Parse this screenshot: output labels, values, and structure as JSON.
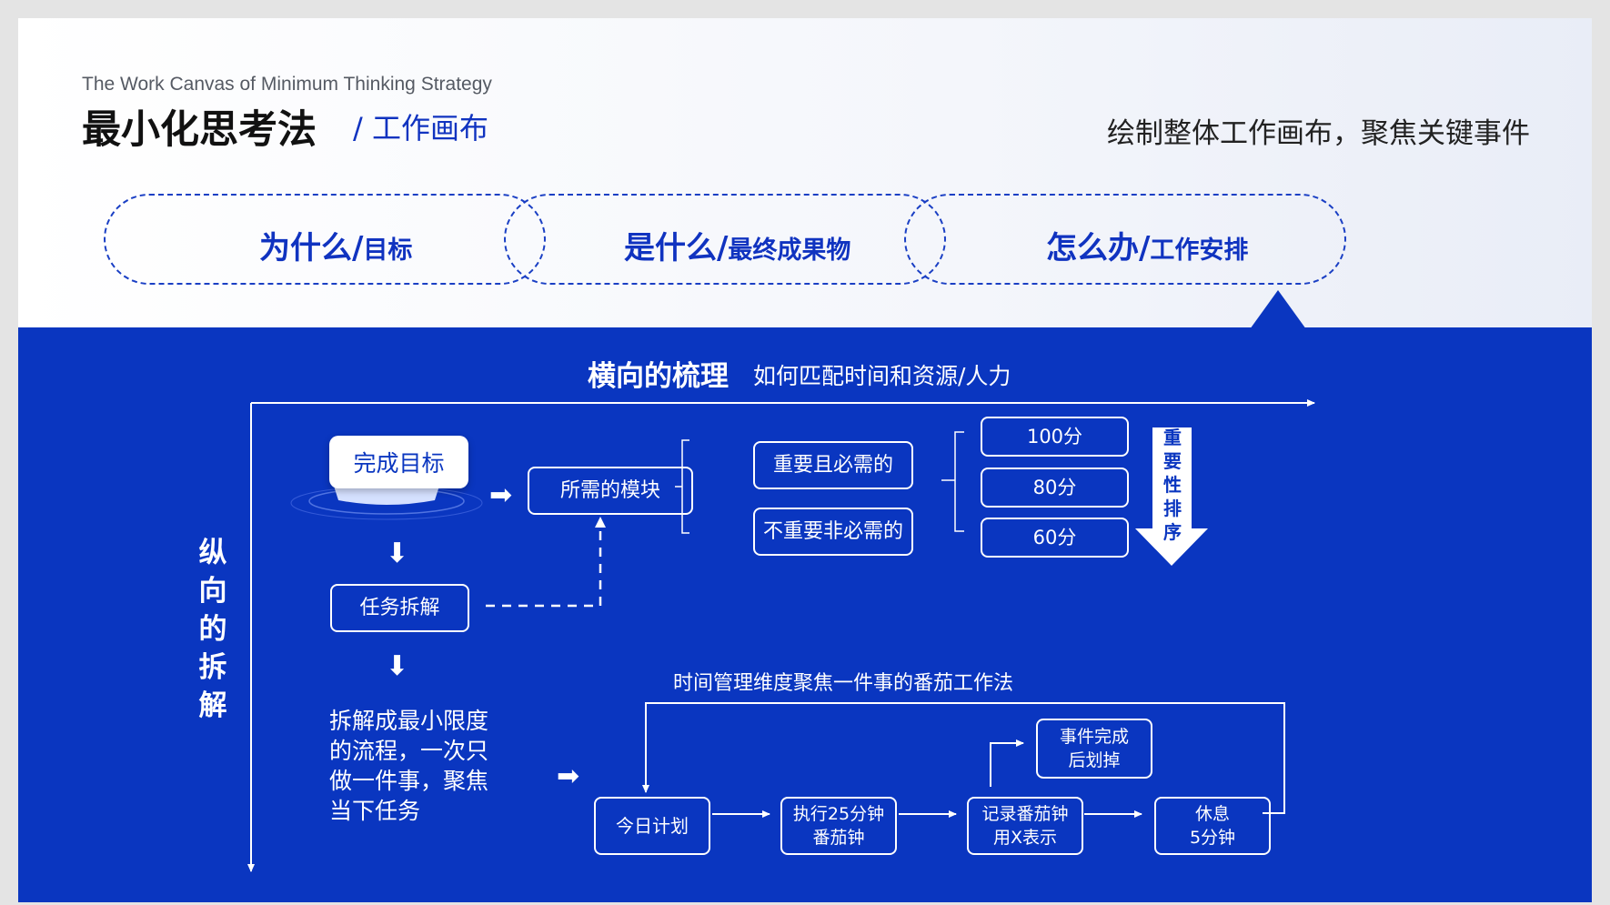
{
  "header": {
    "subtitle_en": "The Work Canvas of  Minimum Thinking Strategy",
    "title": "最小化思考法",
    "title_sub": "/ 工作画布",
    "slogan": "绘制整体工作画布，聚焦关键事件"
  },
  "pills": [
    {
      "main": "为什么/",
      "sub": "目标"
    },
    {
      "main": "是什么/",
      "sub": "最终成果物"
    },
    {
      "main": "怎么办/",
      "sub": "工作安排"
    }
  ],
  "horizontal": {
    "title": "横向的梳理",
    "desc": "如何匹配时间和资源/人力"
  },
  "vertical": {
    "title": "纵向的拆解"
  },
  "flow": {
    "goal": "完成目标",
    "modules": "所需的模块",
    "important": "重要且必需的",
    "unimportant": "不重要非必需的",
    "scores": [
      "100分",
      "80分",
      "60分"
    ],
    "priority": "重要性排序",
    "task_split": "任务拆解",
    "minimal_lines": [
      "拆解成最小限度",
      "的流程，一次只",
      "做一件事，聚焦",
      "当下任务"
    ]
  },
  "pomodoro": {
    "title": "时间管理维度聚焦一件事的番茄工作法",
    "steps": [
      {
        "l1": "今日计划",
        "l2": ""
      },
      {
        "l1": "执行25分钟",
        "l2": "番茄钟"
      },
      {
        "l1": "记录番茄钟",
        "l2": "用X表示"
      },
      {
        "l1": "休息",
        "l2": "5分钟"
      }
    ],
    "done": {
      "l1": "事件完成",
      "l2": "后划掉"
    }
  },
  "colors": {
    "accent": "#0a36c0",
    "pill_border": "#1a3fc4",
    "title_blue": "#1033c0"
  },
  "icons": [
    "arrow-right-icon",
    "arrow-down-icon",
    "podium-icon"
  ]
}
